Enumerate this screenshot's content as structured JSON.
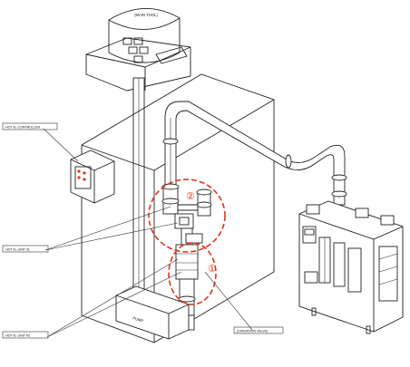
{
  "labels": {
    "main_tool": "(MAIN TOOL)",
    "controller": "HOT N₂ CONTROLLER",
    "unit_upper": "HOT N₂ UNIT #1",
    "unit_lower": "HOT N₂ UNIT #2",
    "valve": "(DIVERSION VALVE)",
    "pump": "PUMP"
  },
  "markers": {
    "one": "①",
    "two": "②"
  },
  "colors": {
    "line": "#222222",
    "highlight": "#e0341a",
    "background": "#ffffff"
  }
}
